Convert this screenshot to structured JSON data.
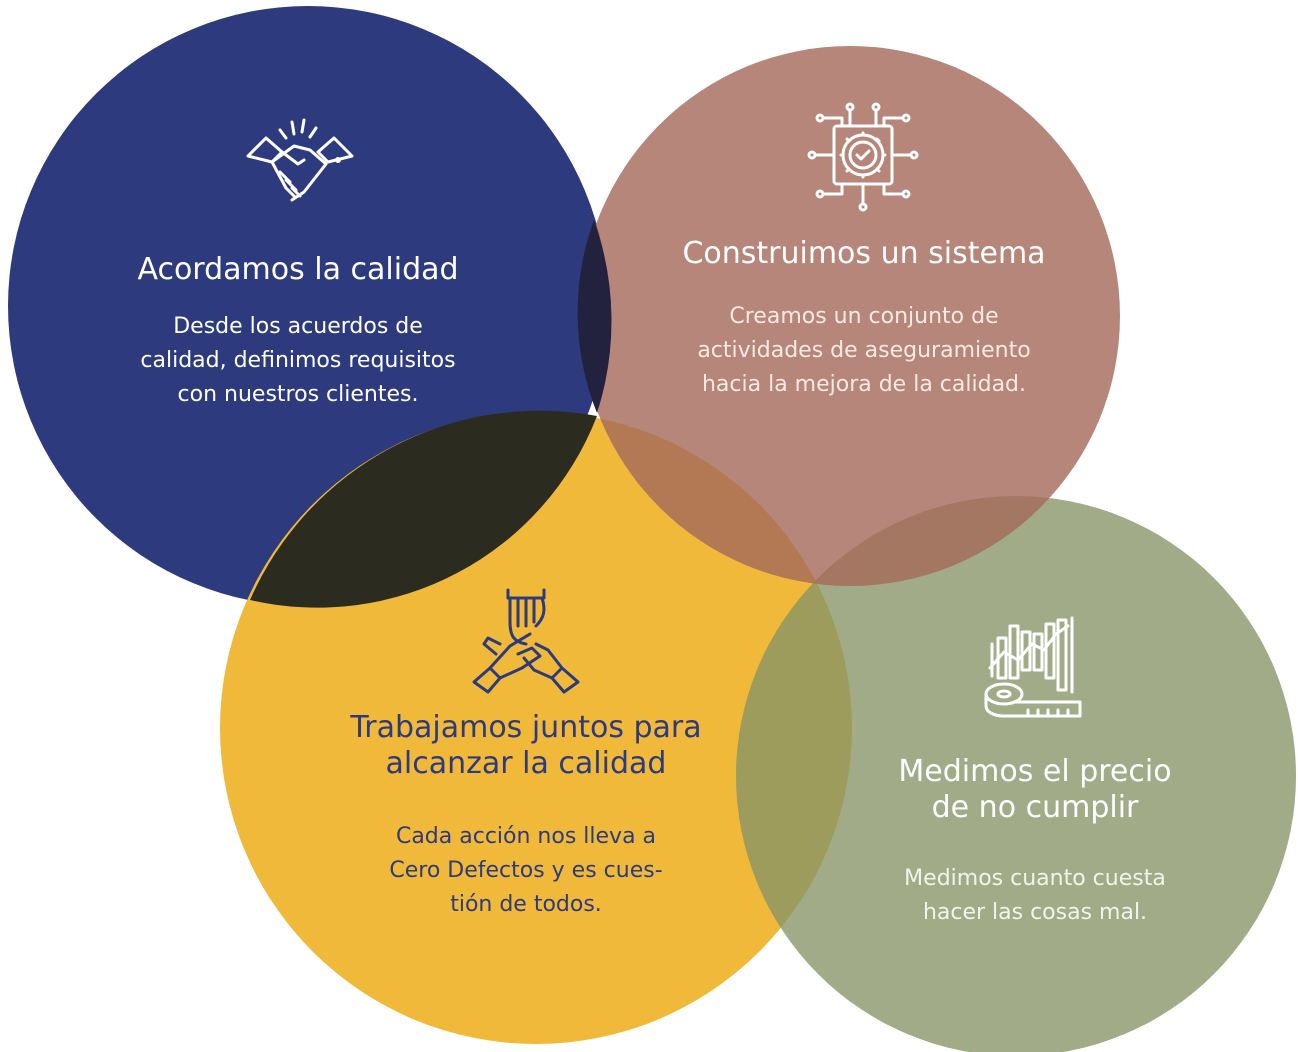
{
  "colors": {
    "background": "#ffffff",
    "navy": "#2e3a7e",
    "rose": "#a56b5b",
    "gold": "#f0b93a",
    "olive": "#869466",
    "light_text": "#ffffff",
    "dark_text": "#2e3a7e"
  },
  "circles": [
    {
      "id": "agree",
      "icon": "handshake-icon",
      "title": "Acordamos la calidad",
      "desc": [
        "Desde los acuerdos de",
        "calidad, definimos requisitos",
        "con nuestros clientes."
      ]
    },
    {
      "id": "system",
      "icon": "gear-circuit-icon",
      "title": "Construimos un sistema",
      "desc": [
        "Creamos un conjunto de",
        "actividades de aseguramiento",
        "hacia la mejora de la calidad."
      ]
    },
    {
      "id": "together",
      "icon": "stacked-hands-icon",
      "title_lines": [
        "Trabajamos juntos para",
        "alcanzar la calidad"
      ],
      "desc": [
        "Cada acción nos lleva a",
        "Cero Defectos y es cues-",
        "tión de todos."
      ]
    },
    {
      "id": "measure",
      "icon": "chart-tape-measure-icon",
      "title_lines": [
        "Medimos el precio",
        "de no cumplir"
      ],
      "desc": [
        "Medimos cuanto cuesta",
        "hacer las cosas mal."
      ]
    }
  ]
}
